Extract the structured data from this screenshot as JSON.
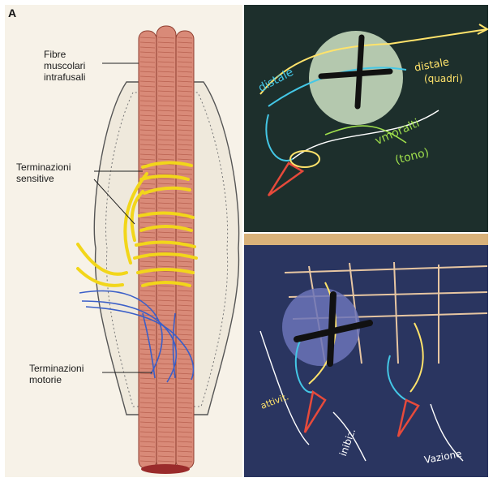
{
  "figure": {
    "panel_letter": "A",
    "labels": {
      "intrafusal": [
        "Fibre",
        "muscolari",
        "intrafusali"
      ],
      "sensory": [
        "Terminazioni",
        "sensitive"
      ],
      "motor": [
        "Terminazioni",
        "motorie"
      ]
    }
  },
  "board_top": {
    "notes": [
      "distale",
      "distale",
      "(quadri)",
      "vmoralti",
      "(tono)"
    ]
  },
  "board_bottom": {
    "notes": [
      "attivit.",
      "inibiz.",
      "Vazione"
    ]
  },
  "colors": {
    "muscle": "#d98a78",
    "muscle_stripe": "#b8604f",
    "sensory": "#f2d61a",
    "motor": "#3b5fc8",
    "capsule": "#efe9dc",
    "board_top": "#1d2f2c",
    "board_bottom": "#2a3560",
    "wood": "#d9b27a"
  }
}
